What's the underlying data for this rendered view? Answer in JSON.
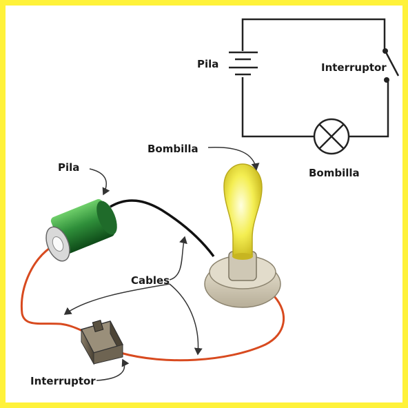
{
  "colors": {
    "frame": "#fff23a",
    "wire_red": "#d84a1f",
    "wire_black": "#111111",
    "battery_green": "#2f8f3a",
    "bulb_glow": "#f4ee52",
    "base": "#d8d1bf"
  },
  "schematic": {
    "battery_label": "Pila",
    "switch_label": "Interruptor",
    "bulb_label": "Bombilla"
  },
  "drawing": {
    "battery_label": "Pila",
    "bulb_label": "Bombilla",
    "cables_label": "Cables",
    "switch_label": "Interruptor"
  }
}
